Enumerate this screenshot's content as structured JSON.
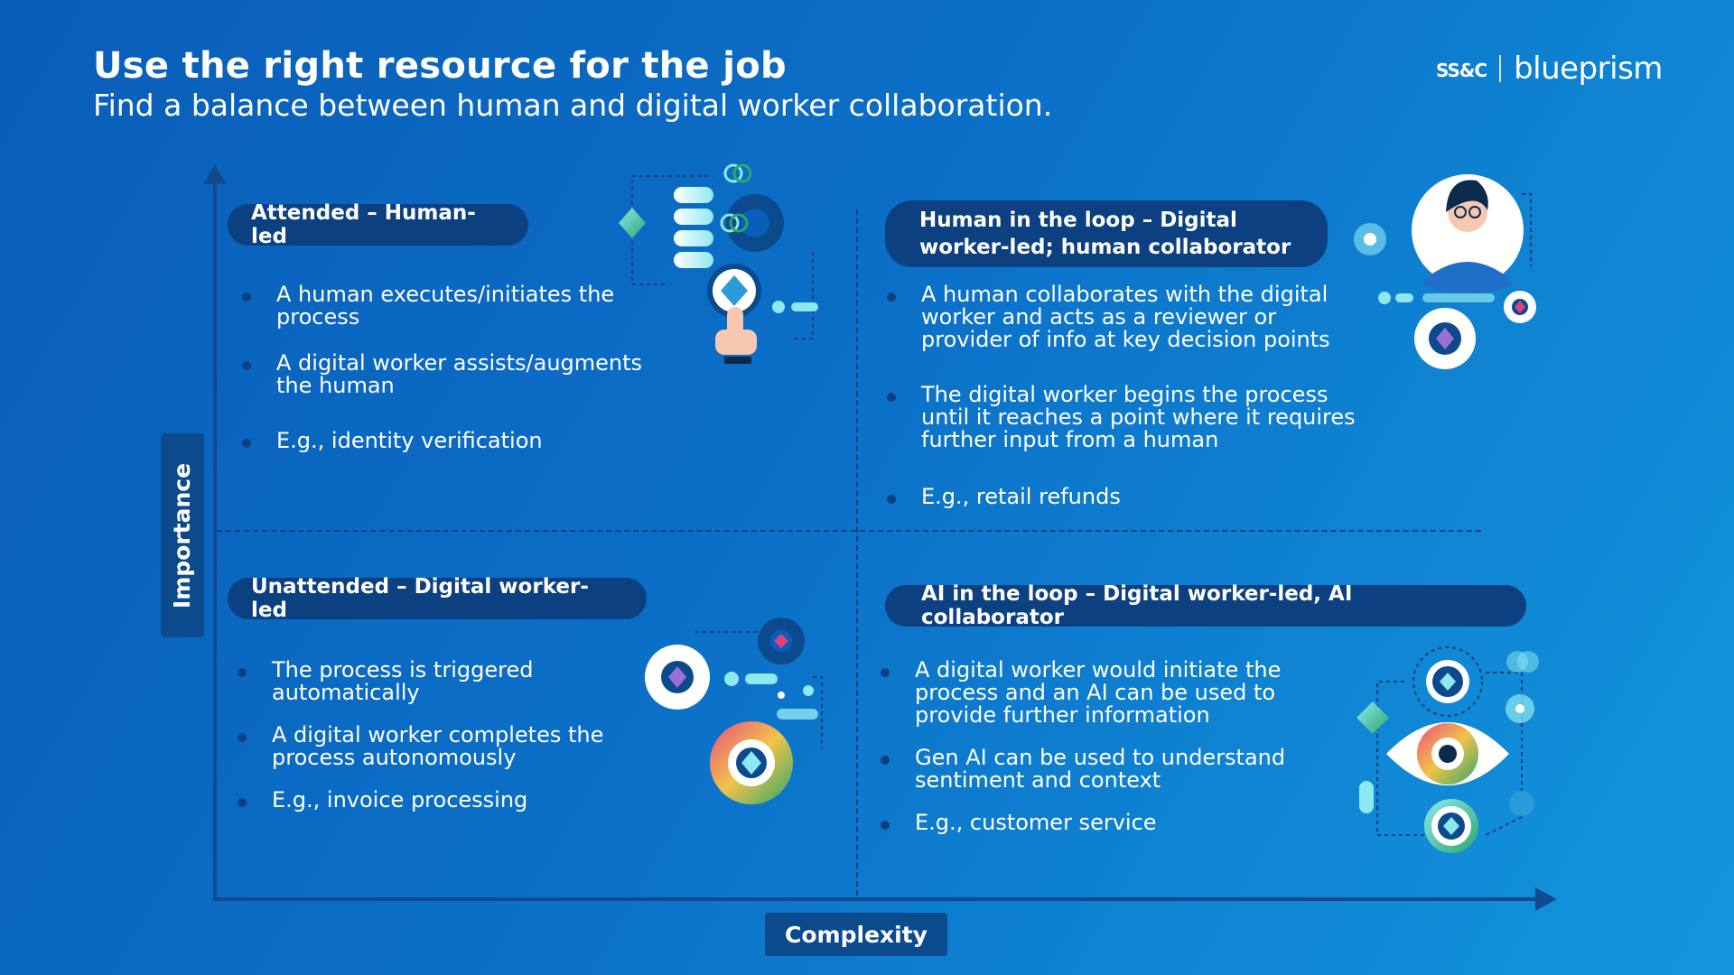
{
  "header": {
    "title": "Use the right resource for the job",
    "subtitle": "Find a balance between human and digital worker collaboration."
  },
  "logo": {
    "ssc": "SS",
    "ampersand": "&",
    "c": "C",
    "product": "blueprism"
  },
  "axes": {
    "y_label": "Importance",
    "x_label": "Complexity"
  },
  "quadrants": {
    "top_left": {
      "heading": "Attended – Human-led",
      "bullets": [
        "A human executes/initiates the process",
        "A digital worker assists/augments the human",
        "E.g., identity verification"
      ]
    },
    "top_right": {
      "heading_line1": "Human in the loop – Digital",
      "heading_line2": "worker-led; human collaborator",
      "bullets": [
        "A human collaborates with the digital worker and acts as a reviewer or provider of info at key decision points",
        "The digital worker begins the process until it reaches a point where it requires further input from a human",
        "E.g., retail refunds"
      ]
    },
    "bottom_left": {
      "heading": "Unattended – Digital worker-led",
      "bullets": [
        "The process is triggered automatically",
        "A digital worker completes the process autonomously",
        "E.g., invoice processing"
      ]
    },
    "bottom_right": {
      "heading": "AI in the loop – Digital worker-led, AI collaborator",
      "bullets": [
        "A digital worker would initiate the process and an AI can be used to provide further information",
        "Gen AI can be used to understand sentiment and context",
        "E.g., customer service"
      ]
    }
  },
  "colors": {
    "background_start": "#0a5db8",
    "background_end": "#1396dd",
    "pill": "#0c4080",
    "axis": "#114a8f"
  },
  "icons": [
    "hand-click-icon",
    "gear-icon",
    "human-avatar-icon",
    "eye-icon",
    "diamond-icon"
  ]
}
